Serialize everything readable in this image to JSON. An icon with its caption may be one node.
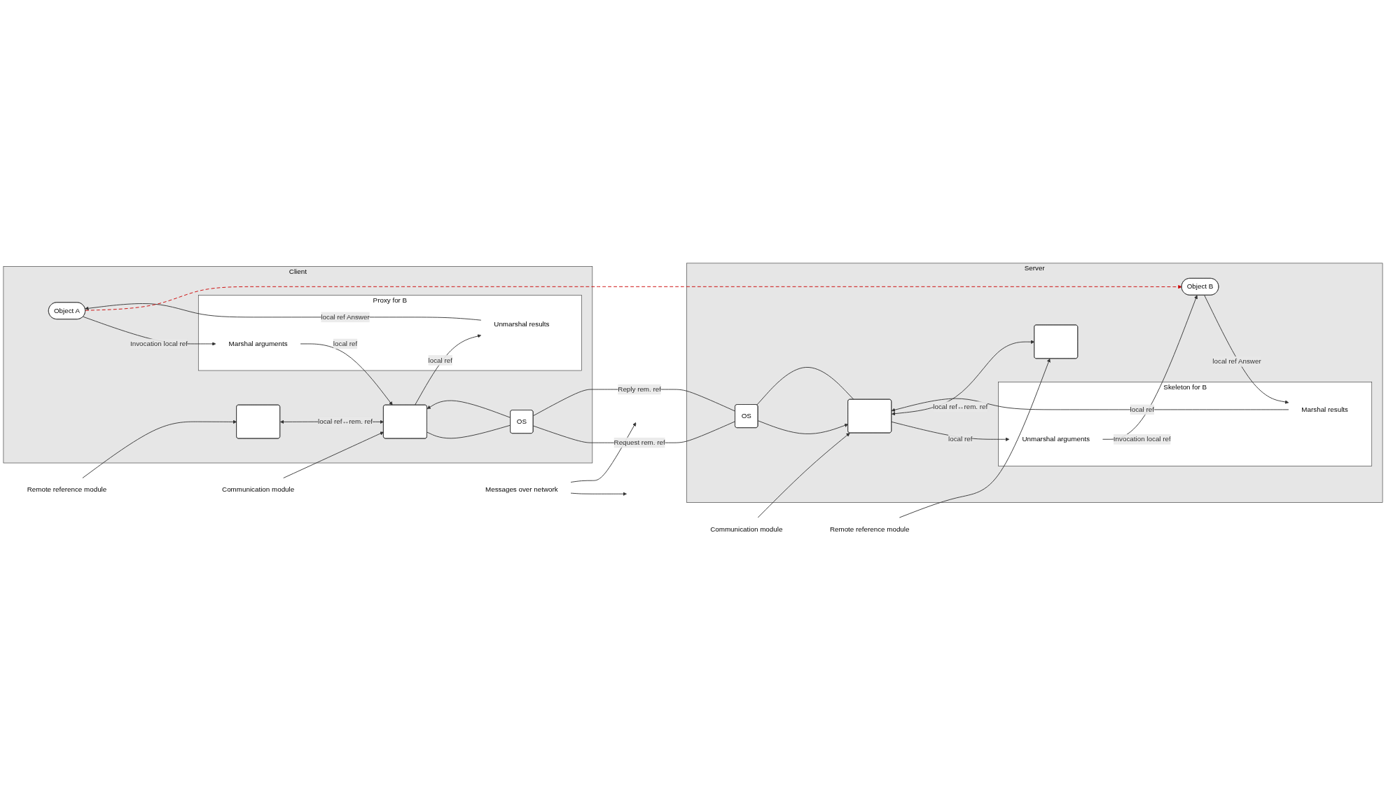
{
  "diagram": {
    "nodes": [
      {
        "text": [
          "Client"
        ]
      },
      {
        "text": [
          "Object A"
        ],
        "in": 0
      },
      {
        "text": [
          "Proxy for B"
        ],
        "in": 0
      },
      {
        "text": [
          "Marshal arguments"
        ],
        "in": 2
      },
      {
        "text": [
          "Unmarshal results"
        ],
        "in": 2
      },
      {
        "text": [],
        "shape": "box",
        "in": 0
      },
      {
        "text": [],
        "shape": "box",
        "in": 0
      },
      {
        "text": [
          "OS"
        ],
        "in": 0
      },
      {
        "text": [
          "Remote reference module"
        ]
      },
      {
        "text": [
          "Communication module"
        ]
      },
      {
        "text": [
          "Server"
        ]
      },
      {
        "text": [
          "Skeleton for B"
        ],
        "in": 10
      },
      {
        "text": [
          "Unmarshal arguments"
        ],
        "in": 11
      },
      {
        "text": [
          "Marshal results"
        ],
        "in": 11
      },
      {
        "text": [
          "Object B"
        ],
        "in": 10
      },
      {
        "text": [],
        "shape": "box",
        "in": 10
      },
      {
        "text": [],
        "shape": "box",
        "in": 10
      },
      {
        "text": [
          "OS"
        ],
        "in": 10
      },
      {
        "text": [
          "Communication module"
        ]
      },
      {
        "text": [
          "Remote reference module"
        ]
      },
      {
        "text": [
          "Messages over network"
        ]
      }
    ],
    "edges": [
      {
        "from": 1,
        "to": 3,
        "label": "Invocation local ref",
        "arrow": "to"
      },
      {
        "from": 3,
        "to": 6,
        "label": "local ref",
        "arrow": "to"
      },
      {
        "from": 6,
        "to": 4,
        "label": "local ref",
        "arrow": "to"
      },
      {
        "from": 4,
        "to": 1,
        "label": "local ref Answer",
        "arrow": "to"
      },
      {
        "from": 5,
        "to": 6,
        "label": "local ref↔rem. ref",
        "arrow": "both"
      },
      {
        "from": 7,
        "to": 6,
        "arrow": "to"
      },
      {
        "from": 6,
        "to": 7,
        "arrow": "none"
      },
      {
        "from": 8,
        "to": 5,
        "arrow": "to"
      },
      {
        "from": 9,
        "to": 6,
        "arrow": "to"
      },
      {
        "from": 15,
        "to": 12,
        "label": "local ref",
        "arrow": "to"
      },
      {
        "from": 12,
        "to": 14,
        "label": "Invocation local ref",
        "arrow": "to"
      },
      {
        "from": 14,
        "to": 13,
        "label": "local ref Answer",
        "arrow": "to"
      },
      {
        "from": 13,
        "to": 15,
        "label": "local ref",
        "arrow": "to"
      },
      {
        "from": 15,
        "to": 16,
        "label": "local ref↔rem. ref",
        "arrow": "both"
      },
      {
        "from": 17,
        "to": 15,
        "arrow": "to"
      },
      {
        "from": 15,
        "to": 17,
        "arrow": "none"
      },
      {
        "from": 18,
        "to": 15,
        "arrow": "to"
      },
      {
        "from": 19,
        "to": 16,
        "arrow": "to"
      },
      {
        "from": 7,
        "to": 17,
        "label": "Request rem. ref",
        "arrow": "none"
      },
      {
        "from": 17,
        "to": 7,
        "label": "Reply rem. ref",
        "arrow": "none"
      },
      {
        "from": 20,
        "to": null,
        "arrow": "to"
      },
      {
        "from": 20,
        "to": null,
        "arrow": "to"
      },
      {
        "from": 1,
        "to": 14,
        "arrow": "to",
        "style": "dashed",
        "color": "#cc0000"
      }
    ]
  }
}
